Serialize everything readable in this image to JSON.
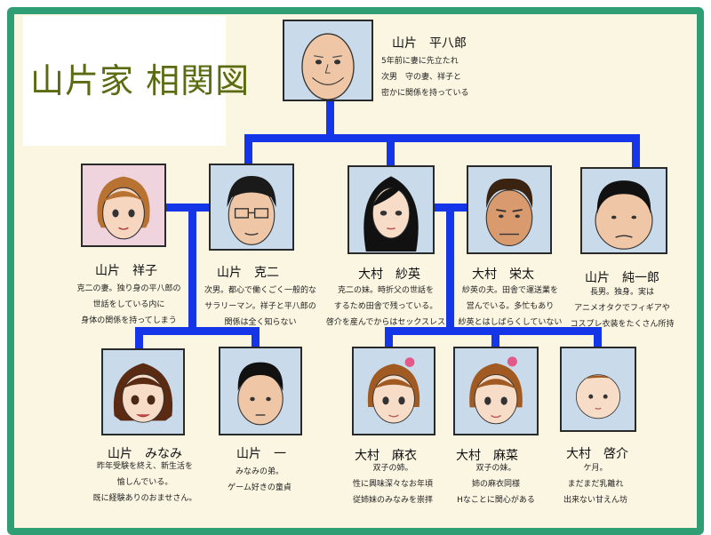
{
  "title": "山片家 相関図",
  "colors": {
    "frame": "#2f9e75",
    "background": "#fbf6e2",
    "connector": "#1436e8",
    "title_text": "#5a6b12",
    "portrait_bg": "#c9dbeb",
    "portrait_bg_pink": "#efd3dd"
  },
  "people": {
    "heihachiro": {
      "name": "山片　平八郎",
      "lines": [
        "5年前に妻に先立たれ",
        "次男　守の妻、祥子と",
        "密かに関係を持っている"
      ],
      "icon": "bald-elderly-man-portrait"
    },
    "shoko": {
      "name": "山片　祥子",
      "lines": [
        "克二の妻。独り身の平八郎の",
        "世話をしている内に",
        "身体の関係を持ってしまう"
      ],
      "icon": "woman-short-hair-portrait"
    },
    "katsuji": {
      "name": "山片　克二",
      "lines": [
        "次男。都心で働くごく一般的な",
        "サラリーマン。祥子と平八郎の",
        "関係は全く知らない"
      ],
      "icon": "man-glasses-portrait"
    },
    "sae": {
      "name": "大村　紗英",
      "lines": [
        "克二の妹。時折父の世話を",
        "するため田舎で残っている。",
        "啓介を産んでからはセックスレス"
      ],
      "icon": "woman-long-hair-portrait"
    },
    "eita": {
      "name": "大村　栄太",
      "lines": [
        "紗英の夫。田舎で運送業を",
        "営んでいる。多忙もあり",
        "紗英とはしばらくしていない"
      ],
      "icon": "man-rugged-portrait"
    },
    "junichiro": {
      "name": "山片　純一郎",
      "lines": [
        "長男。独身。実は",
        "アニメオタクでフィギアや",
        "コスプレ衣装をたくさん所持"
      ],
      "icon": "heavy-man-portrait"
    },
    "minami": {
      "name": "山片　みなみ",
      "lines": [
        "昨年受験を終え、新生活を",
        "愉しんでいる。",
        "既に経験ありのおませさん。"
      ],
      "icon": "girl-pigtails-portrait"
    },
    "hajime": {
      "name": "山片　一",
      "lines": [
        "みなみの弟。",
        "ゲーム好きの童貞"
      ],
      "icon": "boy-short-hair-portrait"
    },
    "mai": {
      "name": "大村　麻衣",
      "lines": [
        "双子の姉。",
        "性に興味深々なお年頃",
        "従姉妹のみなみを崇拝"
      ],
      "icon": "girl-side-ponytail-portrait"
    },
    "mana": {
      "name": "大村　麻菜",
      "lines": [
        "双子の妹。",
        "姉の麻衣同様",
        "Hなことに関心がある"
      ],
      "icon": "girl-side-ponytail-portrait"
    },
    "keisuke": {
      "name": "大村　啓介",
      "lines": [
        "ケ月。",
        "まだまだ乳離れ",
        "出来ない甘えん坊"
      ],
      "icon": "baby-portrait"
    }
  }
}
